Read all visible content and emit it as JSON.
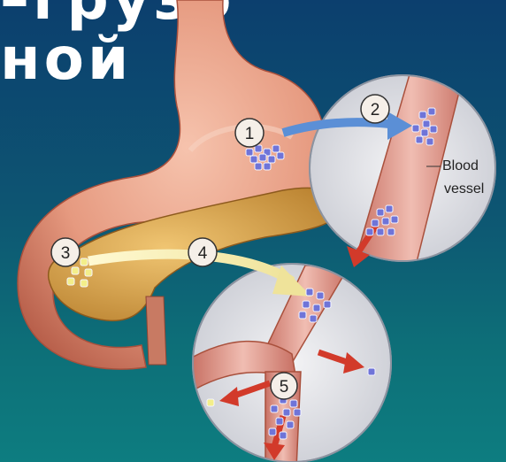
{
  "title": {
    "line1": "–грузо",
    "line2": "ной"
  },
  "markers": [
    "1",
    "2",
    "3",
    "4",
    "5"
  ],
  "vessel_label": {
    "line1": "Blood",
    "line2": "vessel"
  },
  "colors": {
    "background_top": "#0c3f6e",
    "background_bottom": "#0d7d80",
    "stomach": "#e8a088",
    "pancreas": "#d9a24a",
    "vessel": "#e4a59a",
    "arrow_red": "#d23a2a",
    "arrow_blue": "#5b8fd6",
    "arrow_yellow": "#f2e7a0",
    "molecule": "#6f74d8"
  }
}
